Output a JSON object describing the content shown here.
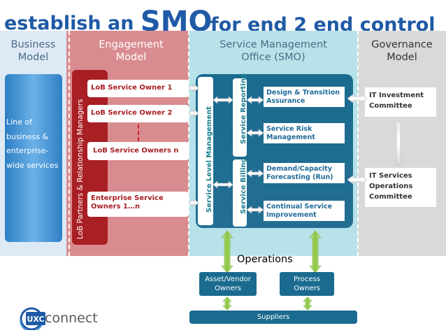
{
  "title": {
    "part1": "establish an ",
    "part2": "SMO",
    "part3": "for end 2 end control"
  },
  "columns": {
    "business": "Business Model",
    "engagement": "Engagement Model",
    "smo": "Service Management Office (SMO)",
    "governance": "Governance Model"
  },
  "business": {
    "box_text": "Line of business & enterprise-wide services"
  },
  "engagement": {
    "partners_label": "LoB Partners & Relationship Managers",
    "owners": [
      "LoB Service Owner 1",
      "LoB Service Owner 2",
      "LoB Service Owners n",
      "Enterprise Service Owners 1…n"
    ]
  },
  "smo": {
    "bars": [
      "Service Level Management",
      "Service Reporting",
      "Service Billing"
    ],
    "processes": [
      "Design & Transition Assurance",
      "Service Risk Management",
      "Demand/Capacity Forecasting (Run)",
      "Continual Service Improvement"
    ]
  },
  "governance": {
    "boxes": [
      "IT Investment Committee",
      "IT Services Operations Committee"
    ]
  },
  "operations": {
    "label": "Operations",
    "boxes": [
      "Asset/Vendor Owners",
      "Process Owners"
    ],
    "suppliers": "Suppliers"
  },
  "logo": {
    "mark": "UXC",
    "word": "connect"
  },
  "colors": {
    "title_blue": "#1f5aa6",
    "engagement_red": "#a81f24",
    "smo_teal": "#1a6b8f",
    "arrow_green": "#8ac63f"
  }
}
